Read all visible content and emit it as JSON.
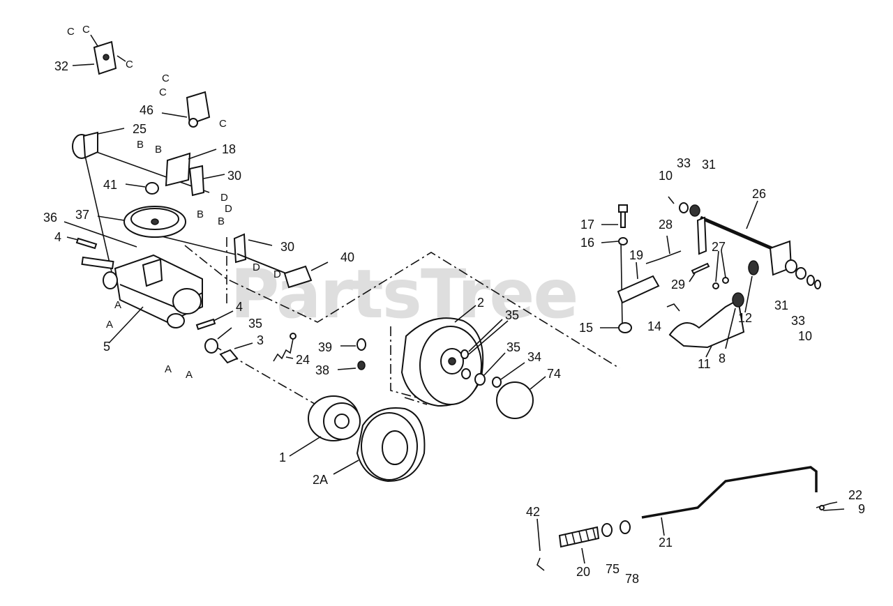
{
  "watermark": "PartsTree",
  "callouts": [
    {
      "id": "c32",
      "text": "32"
    },
    {
      "id": "c46",
      "text": "46"
    },
    {
      "id": "c25",
      "text": "25"
    },
    {
      "id": "c18",
      "text": "18"
    },
    {
      "id": "c30a",
      "text": "30"
    },
    {
      "id": "c41",
      "text": "41"
    },
    {
      "id": "c37",
      "text": "37"
    },
    {
      "id": "c36",
      "text": "36"
    },
    {
      "id": "c4a",
      "text": "4"
    },
    {
      "id": "c30b",
      "text": "30"
    },
    {
      "id": "c40",
      "text": "40"
    },
    {
      "id": "c4b",
      "text": "4"
    },
    {
      "id": "c35a",
      "text": "35"
    },
    {
      "id": "c3",
      "text": "3"
    },
    {
      "id": "c5",
      "text": "5"
    },
    {
      "id": "c24",
      "text": "24"
    },
    {
      "id": "c39",
      "text": "39"
    },
    {
      "id": "c38",
      "text": "38"
    },
    {
      "id": "c2",
      "text": "2"
    },
    {
      "id": "c35b",
      "text": "35"
    },
    {
      "id": "c35c",
      "text": "35"
    },
    {
      "id": "c34",
      "text": "34"
    },
    {
      "id": "c74",
      "text": "74"
    },
    {
      "id": "c1",
      "text": "1"
    },
    {
      "id": "c2A",
      "text": "2A"
    },
    {
      "id": "c10a",
      "text": "10"
    },
    {
      "id": "c33a",
      "text": "33"
    },
    {
      "id": "c31a",
      "text": "31"
    },
    {
      "id": "c26",
      "text": "26"
    },
    {
      "id": "c17",
      "text": "17"
    },
    {
      "id": "c28",
      "text": "28"
    },
    {
      "id": "c16",
      "text": "16"
    },
    {
      "id": "c19",
      "text": "19"
    },
    {
      "id": "c27",
      "text": "27"
    },
    {
      "id": "c29",
      "text": "29"
    },
    {
      "id": "c12",
      "text": "12"
    },
    {
      "id": "c15",
      "text": "15"
    },
    {
      "id": "c14",
      "text": "14"
    },
    {
      "id": "c11",
      "text": "11"
    },
    {
      "id": "c8",
      "text": "8"
    },
    {
      "id": "c31b",
      "text": "31"
    },
    {
      "id": "c33b",
      "text": "33"
    },
    {
      "id": "c10b",
      "text": "10"
    },
    {
      "id": "c22",
      "text": "22"
    },
    {
      "id": "c9",
      "text": "9"
    },
    {
      "id": "c42",
      "text": "42"
    },
    {
      "id": "c21",
      "text": "21"
    },
    {
      "id": "c20",
      "text": "20"
    },
    {
      "id": "c75",
      "text": "75"
    },
    {
      "id": "c78",
      "text": "78"
    }
  ],
  "ref_letters": [
    {
      "id": "rC1",
      "text": "C"
    },
    {
      "id": "rC2",
      "text": "C"
    },
    {
      "id": "rC3",
      "text": "C"
    },
    {
      "id": "rC4",
      "text": "C"
    },
    {
      "id": "rC5",
      "text": "C"
    },
    {
      "id": "rC6",
      "text": "C"
    },
    {
      "id": "rB1",
      "text": "B"
    },
    {
      "id": "rB2",
      "text": "B"
    },
    {
      "id": "rB3",
      "text": "B"
    },
    {
      "id": "rB4",
      "text": "B"
    },
    {
      "id": "rD1",
      "text": "D"
    },
    {
      "id": "rD2",
      "text": "D"
    },
    {
      "id": "rD3",
      "text": "D"
    },
    {
      "id": "rD4",
      "text": "D"
    },
    {
      "id": "rA1",
      "text": "A"
    },
    {
      "id": "rA2",
      "text": "A"
    },
    {
      "id": "rA3",
      "text": "A"
    },
    {
      "id": "rA4",
      "text": "A"
    }
  ]
}
